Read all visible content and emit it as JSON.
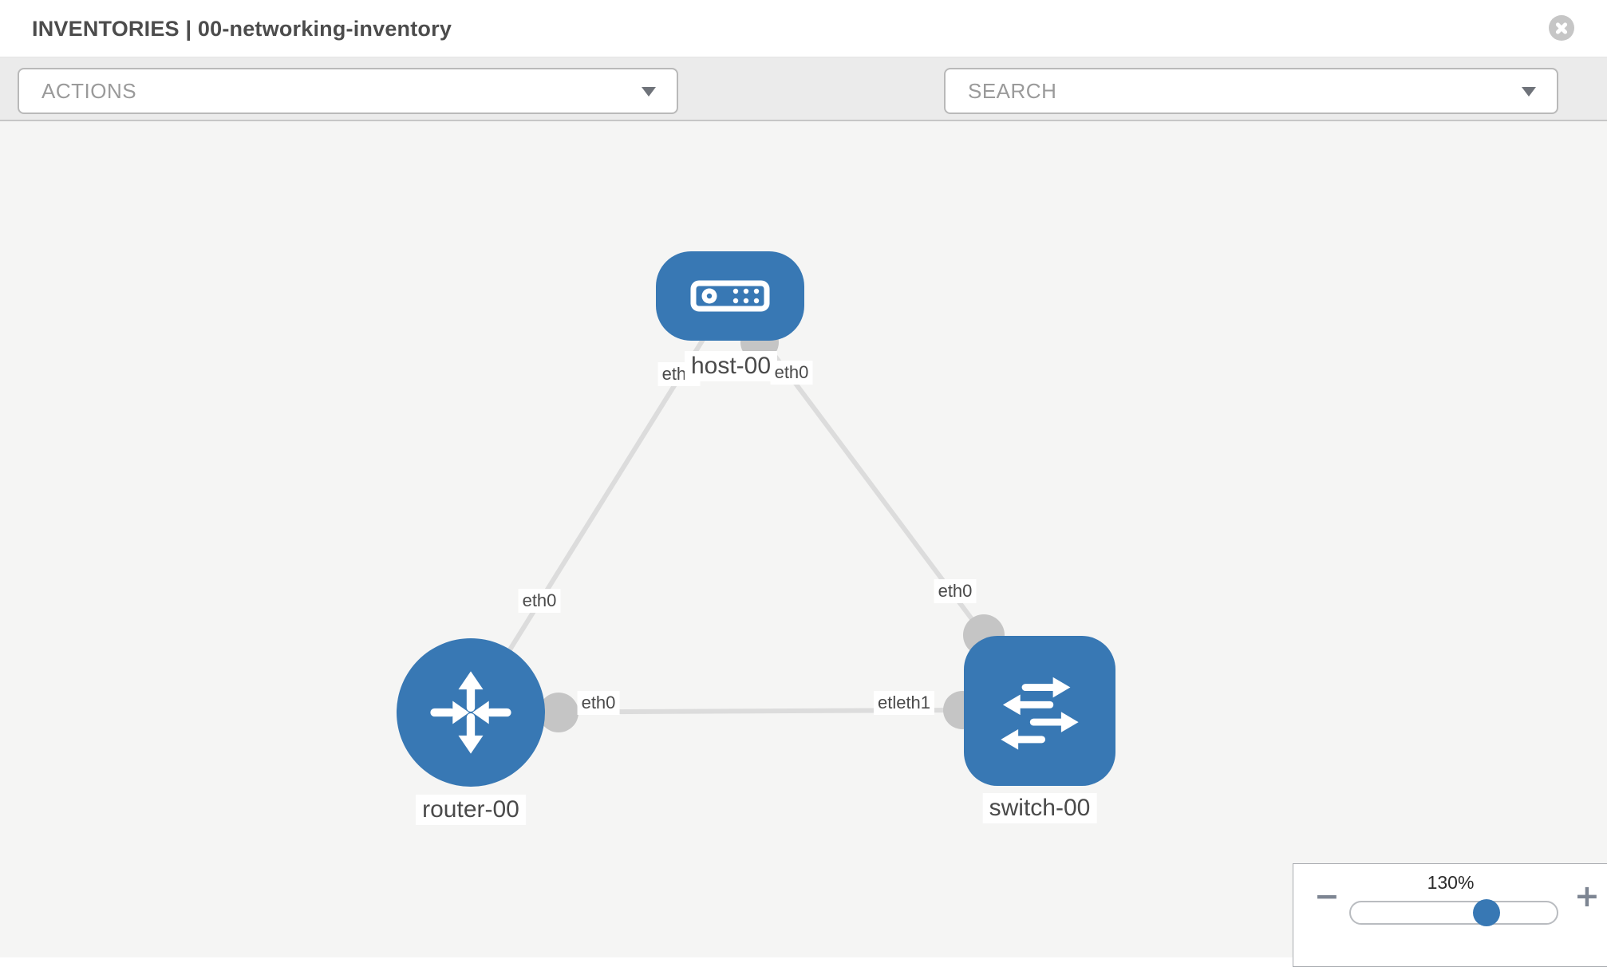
{
  "header": {
    "title": "INVENTORIES | 00-networking-inventory"
  },
  "toolbar": {
    "actions_label": "ACTIONS",
    "search_label": "SEARCH"
  },
  "topology": {
    "nodes": {
      "host": {
        "label": "host-00",
        "type": "host"
      },
      "router": {
        "label": "router-00",
        "type": "router"
      },
      "switch": {
        "label": "switch-00",
        "type": "switch"
      }
    },
    "interfaces": {
      "host_left_eth": "eth0",
      "host_right_eth": "eth0",
      "host_router_edge_eth": "eth0",
      "host_switch_edge_eth": "eth0",
      "router_switch_router_side_eth": "eth0",
      "router_switch_switch_side_eth": "etleth1"
    }
  },
  "zoom_control": {
    "level": "130%",
    "minus_label": "−",
    "plus_label": "+"
  },
  "colors": {
    "node_blue": "#3878b4",
    "edge_gray": "#dcdcdc",
    "connector_gray": "#c5c5c5",
    "canvas_bg": "#f5f5f4",
    "toolbar_bg": "#ebebeb",
    "label_text": "#4a4a4a"
  },
  "icons": {
    "close": "circle-x",
    "wrench": "wrench",
    "key": "key",
    "dropdown_caret": "triangle-down",
    "host": "server-chassis",
    "router": "four-way-arrows",
    "switch": "crossing-arrows",
    "zoom_out": "minus",
    "zoom_in": "plus"
  }
}
